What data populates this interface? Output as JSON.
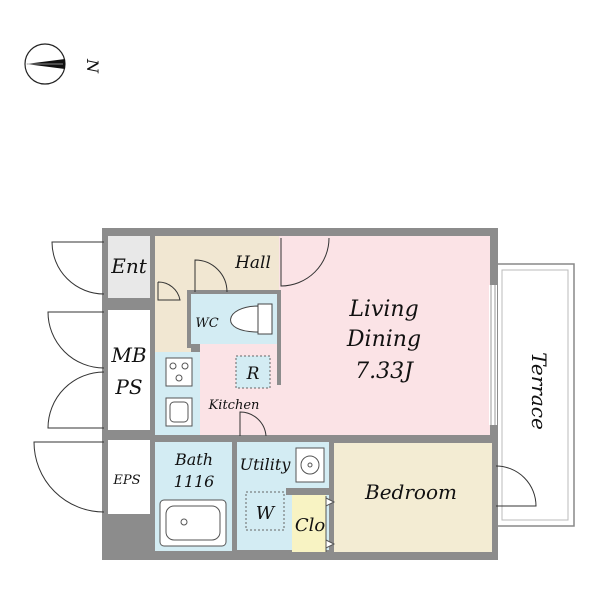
{
  "compass": {
    "label": "N",
    "icon": "north-arrow-icon"
  },
  "rooms": {
    "entrance": "Ent",
    "hall": "Hall",
    "wc": "WC",
    "mbps_line1": "MB",
    "mbps_line2": "PS",
    "refrigerator": "R",
    "kitchen": "Kitchen",
    "living_line1": "Living",
    "living_line2": "Dining",
    "living_line3": "7.33J",
    "terrace": "Terrace",
    "eps": "EPS",
    "bath_line1": "Bath",
    "bath_line2": "1116",
    "utility": "Utility",
    "washer": "W",
    "closet": "Clo",
    "bedroom": "Bedroom"
  },
  "colors": {
    "wall": "#8c8c8c",
    "living": "#fbe3e6",
    "hall": "#f1e7d2",
    "wet_area": "#d3ecf3",
    "entrance": "#e8e8e8",
    "bedroom": "#f3ecd3",
    "closet": "#f8f3c3"
  }
}
